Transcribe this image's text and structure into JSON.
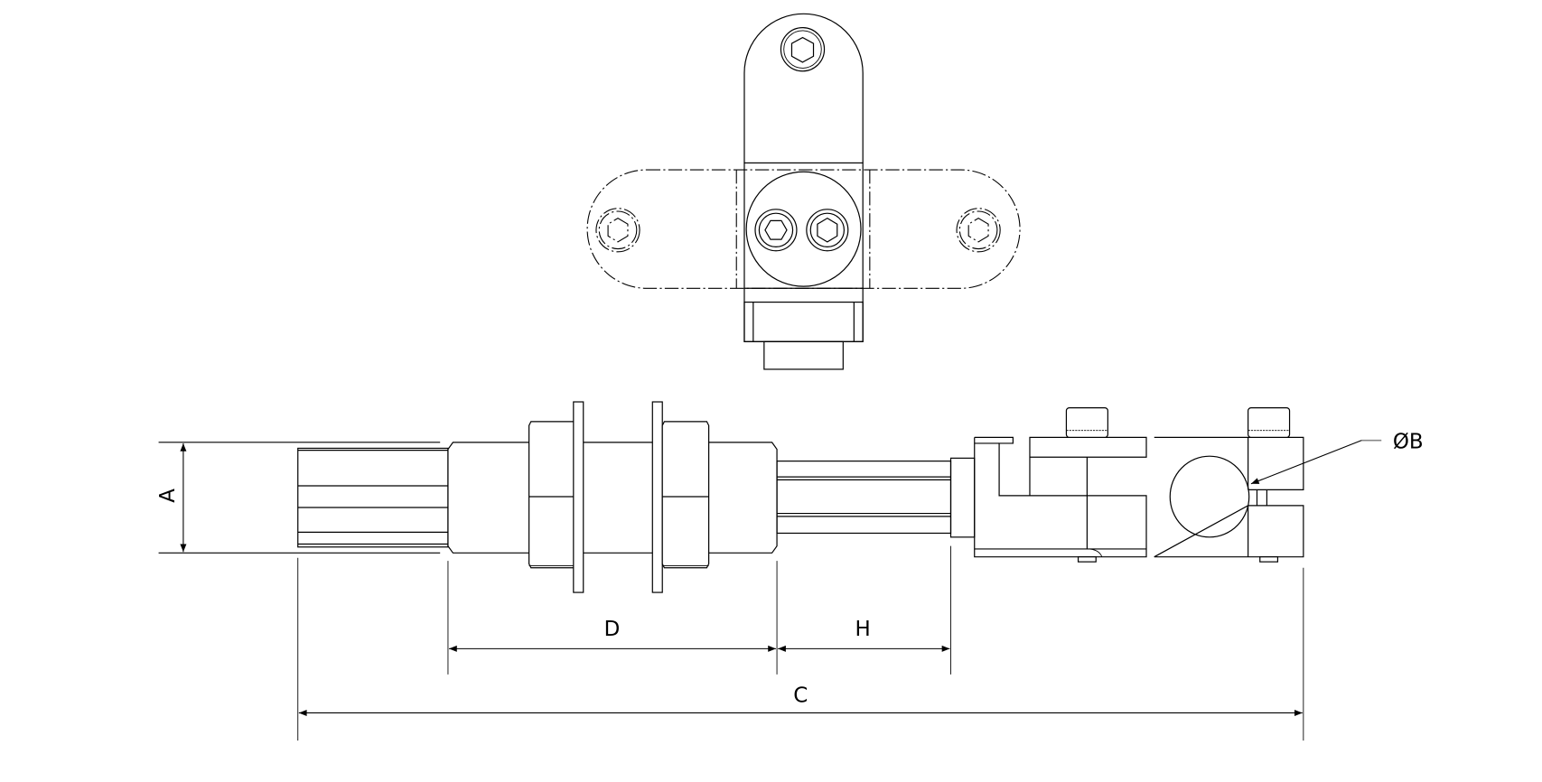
{
  "drawing": {
    "views": [
      "top-view",
      "side-view"
    ],
    "dimensions": {
      "A": "A",
      "B": "ØB",
      "C": "C",
      "D": "D",
      "H": "H"
    },
    "line_color": "#000000",
    "background": "#ffffff"
  }
}
